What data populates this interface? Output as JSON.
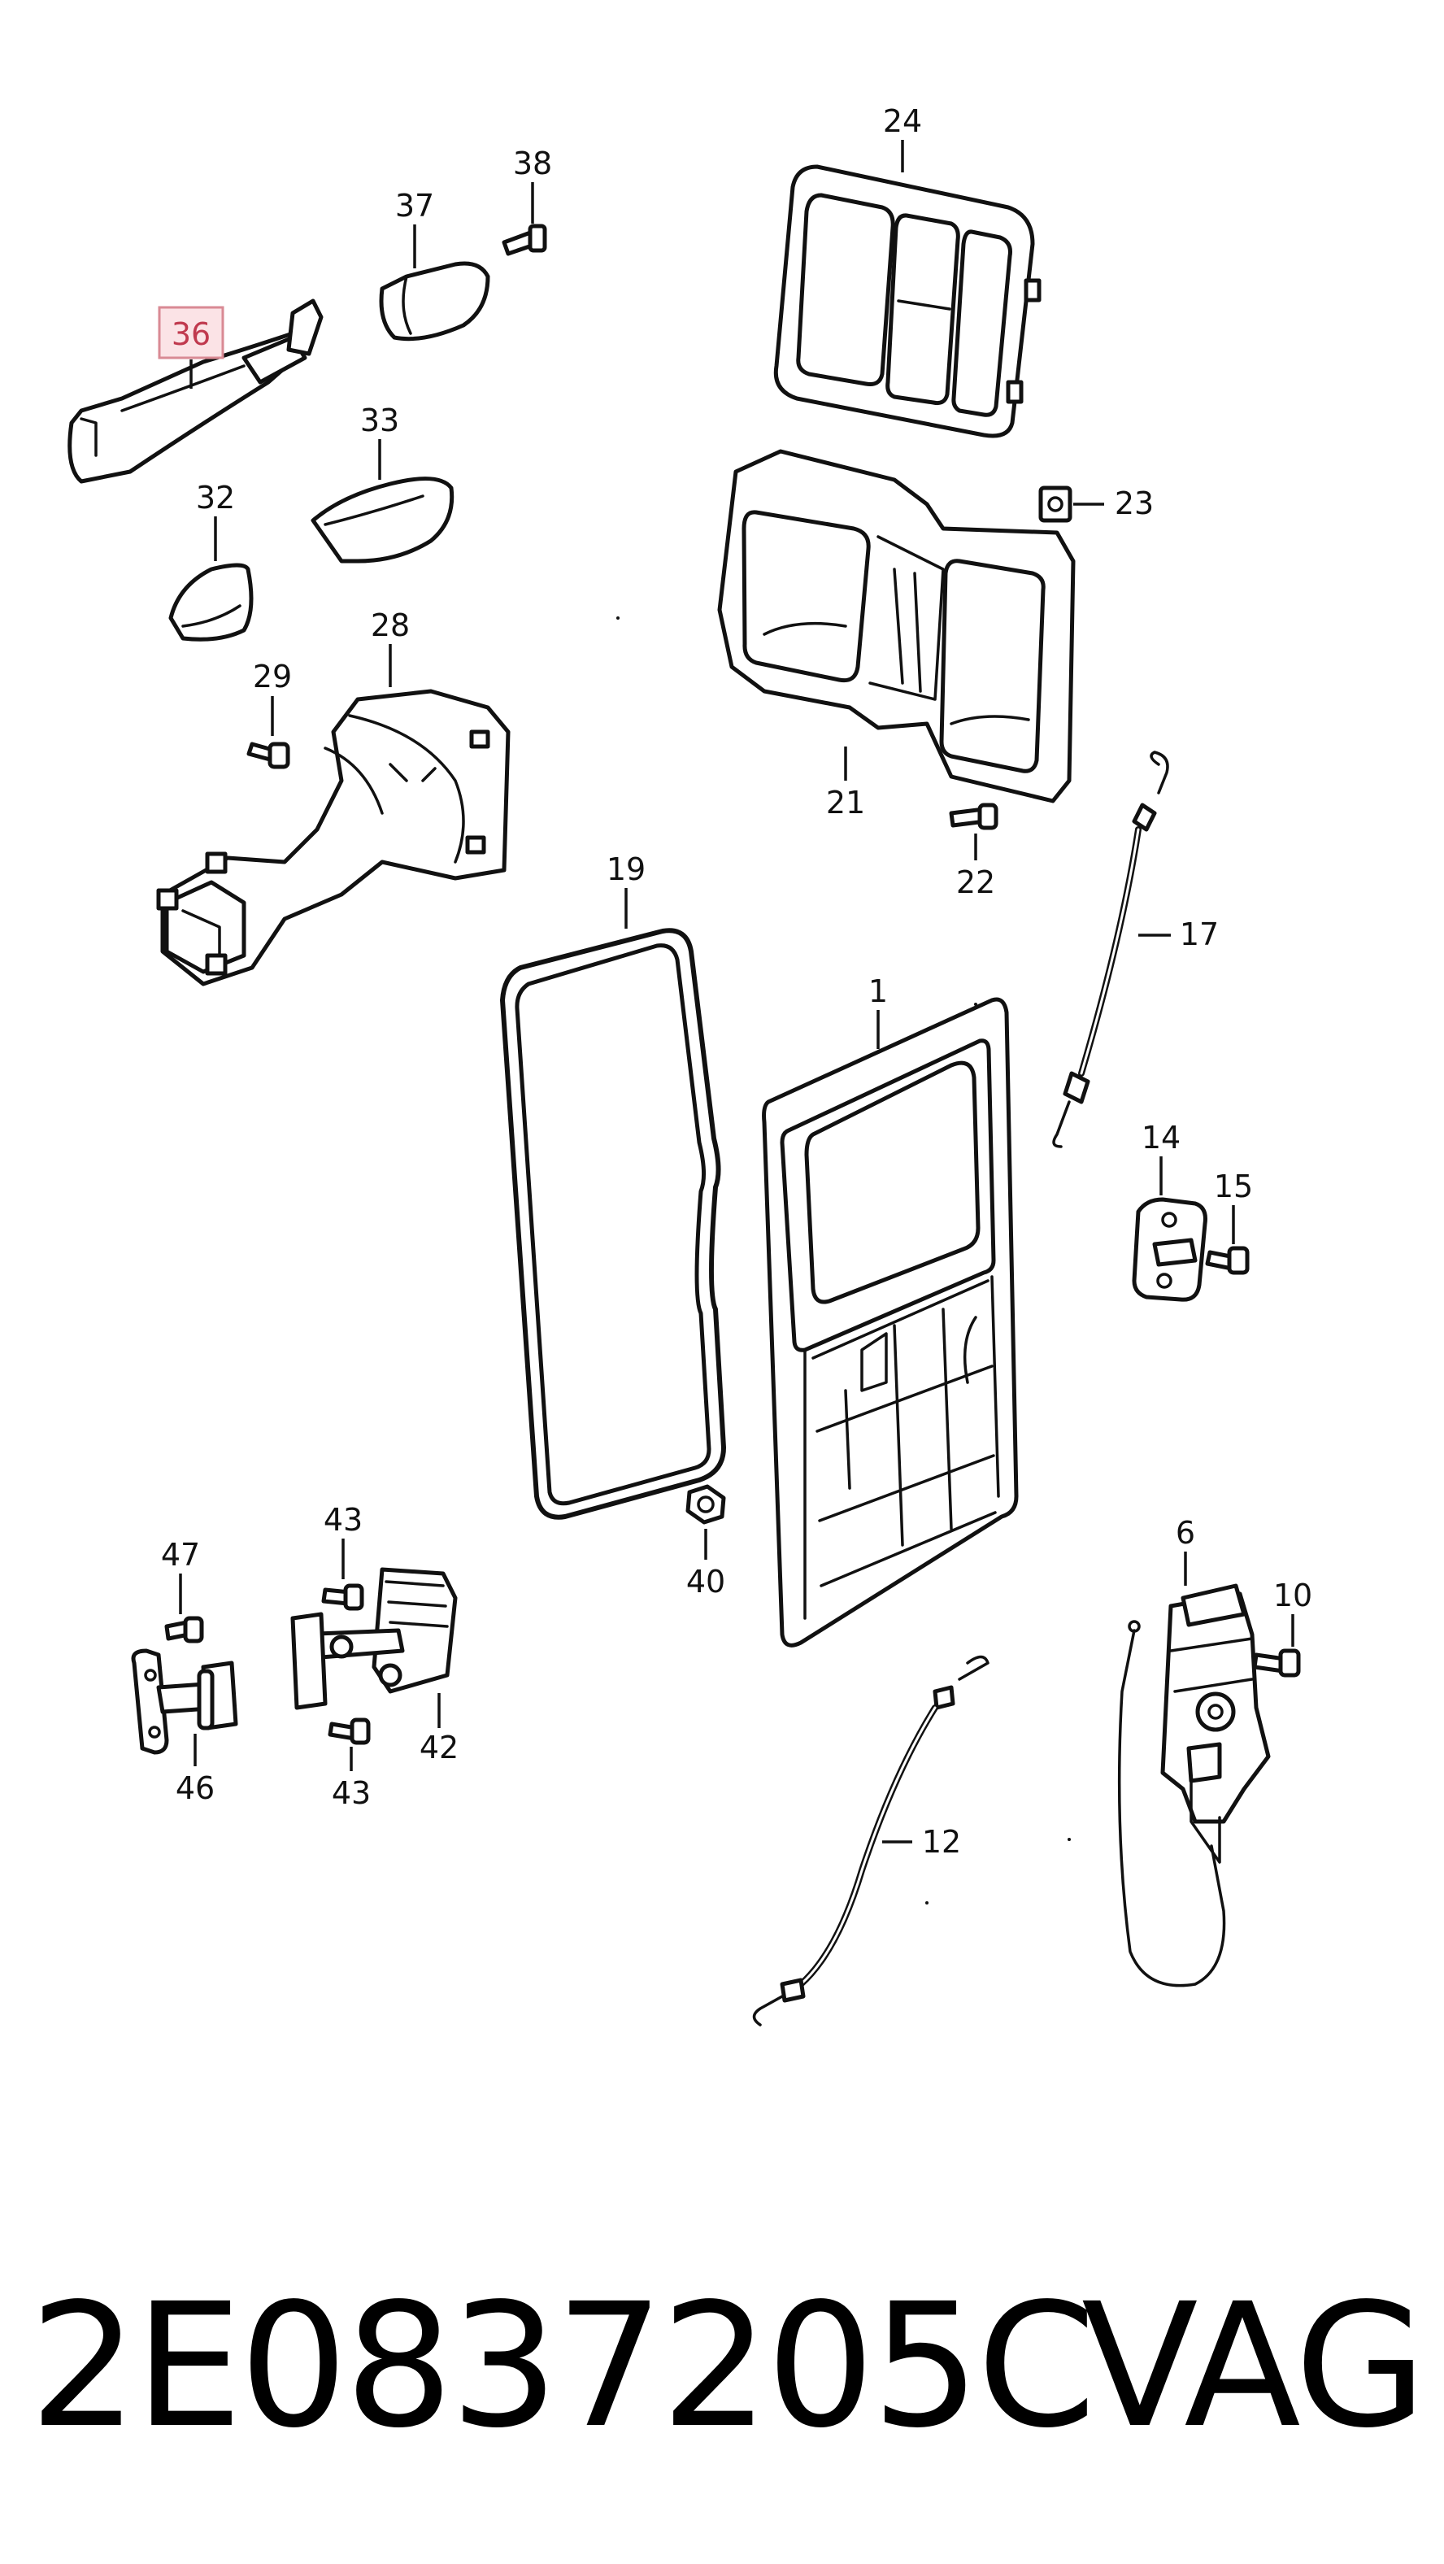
{
  "callouts": {
    "c1": "1",
    "c6": "6",
    "c10": "10",
    "c12": "12",
    "c14": "14",
    "c15": "15",
    "c17": "17",
    "c19": "19",
    "c21": "21",
    "c22": "22",
    "c23": "23",
    "c24": "24",
    "c28": "28",
    "c29": "29",
    "c32": "32",
    "c33": "33",
    "c36": "36",
    "c37": "37",
    "c38": "38",
    "c40": "40",
    "c42": "42",
    "c43a": "43",
    "c43b": "43",
    "c46": "46",
    "c47": "47"
  },
  "highlighted_callout": "36",
  "highlight_color": "#fbe3e6",
  "footer": {
    "part_number": "2E0837205C",
    "brand": "VAG"
  }
}
